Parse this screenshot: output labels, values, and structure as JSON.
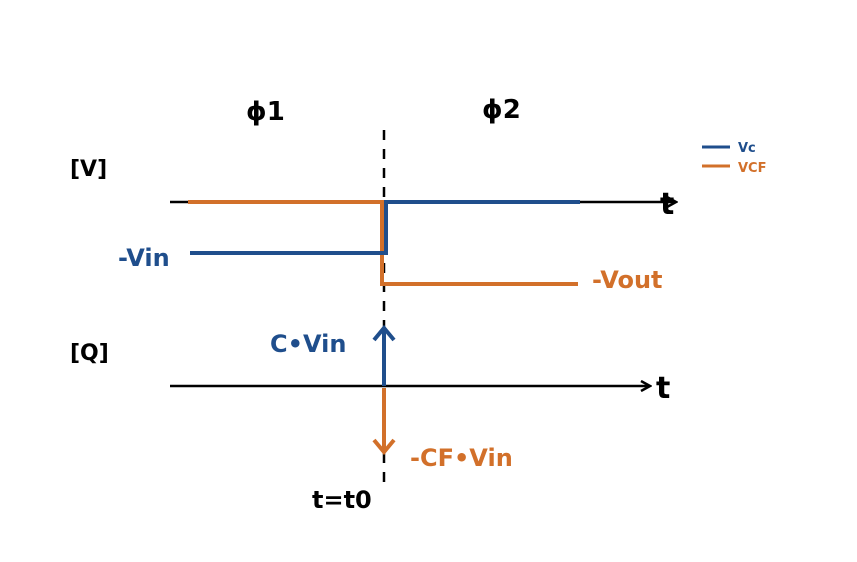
{
  "colors": {
    "vc": "#1f4e8c",
    "vcf": "#d2702a",
    "axis": "#000000"
  },
  "labels": {
    "phase1": "ϕ1",
    "phase2": "ϕ2",
    "v_axis": "[V]",
    "q_axis": "[Q]",
    "t_v": "t",
    "t_q": "t",
    "neg_vin": "-Vin",
    "neg_vout": "-Vout",
    "c_vin": "C•Vin",
    "neg_cf_vin": "-CF•Vin",
    "t_eq_t0": "t=t0"
  },
  "legend": [
    {
      "label": "Vc",
      "color": "#1f4e8c"
    },
    {
      "label": "VCF",
      "color": "#d2702a"
    }
  ]
}
